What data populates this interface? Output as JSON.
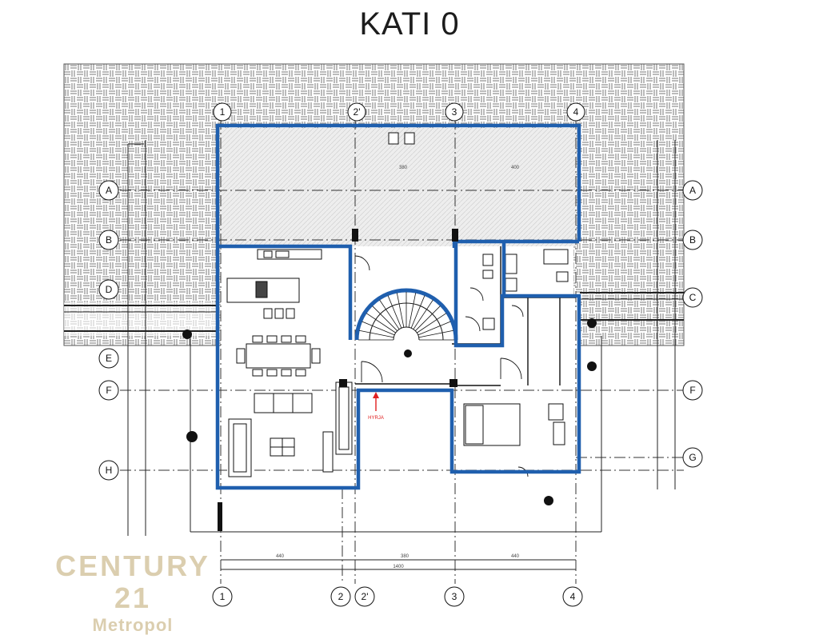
{
  "title": "KATI 0",
  "grid": {
    "axes_top": [
      "1",
      "2'",
      "3",
      "4"
    ],
    "axes_bottom": [
      "1",
      "2",
      "2'",
      "3",
      "4"
    ],
    "rows_left": [
      "A",
      "B",
      "D",
      "E",
      "F",
      "H"
    ],
    "rows_right": [
      "A",
      "B",
      "C",
      "F",
      "G"
    ]
  },
  "entrance_label": "HYRJA",
  "dimensions": {
    "top_row": [
      "380",
      "400"
    ],
    "bottom_row": [
      "440",
      "380",
      "440"
    ],
    "total": "1400"
  },
  "watermark": {
    "brand": "CENTURY 21",
    "office": "Metropol"
  },
  "colors": {
    "wall_outline": "#1f5fae",
    "hatch": "#8a8a8a",
    "grid_line": "#222222",
    "entrance_arrow": "#e02020"
  }
}
